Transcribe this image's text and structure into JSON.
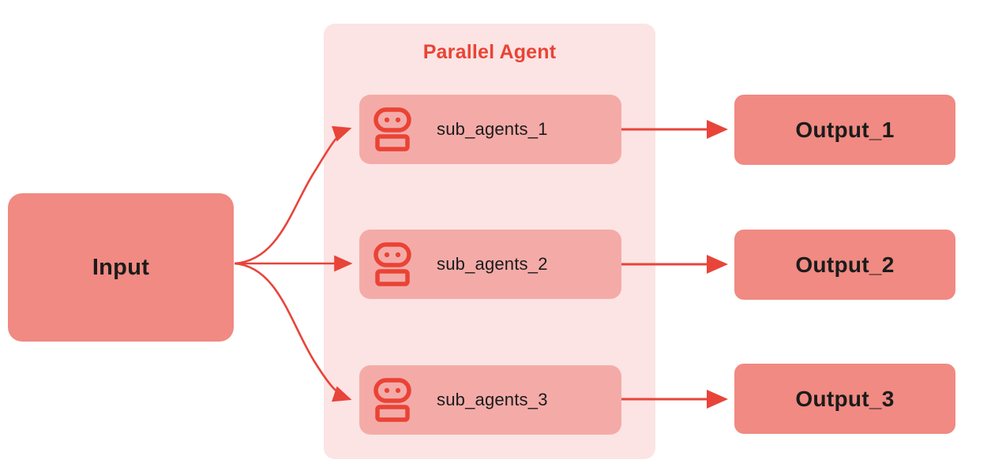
{
  "diagram": {
    "title_region": "Parallel Agent",
    "input": {
      "label": "Input"
    },
    "panel": {
      "title": "Parallel Agent"
    },
    "sub_agents": [
      {
        "label": "sub_agents_1",
        "icon": "robot-icon"
      },
      {
        "label": "sub_agents_2",
        "icon": "robot-icon"
      },
      {
        "label": "sub_agents_3",
        "icon": "robot-icon"
      }
    ],
    "outputs": [
      {
        "label": "Output_1"
      },
      {
        "label": "Output_2"
      },
      {
        "label": "Output_3"
      }
    ],
    "colors": {
      "background": "#FFFFFF",
      "panel_bg": "#FBE4E3",
      "subagent_bg": "#F4ABA8",
      "io_bg": "#F08A82",
      "accent_red": "#EA4335",
      "arrow": "#E8443A",
      "text_dark": "#1B1B1B"
    },
    "connections": [
      {
        "from": "Input",
        "to": "sub_agents_1",
        "style": "curved-arrow"
      },
      {
        "from": "Input",
        "to": "sub_agents_2",
        "style": "straight-arrow"
      },
      {
        "from": "Input",
        "to": "sub_agents_3",
        "style": "curved-arrow"
      },
      {
        "from": "sub_agents_1",
        "to": "Output_1",
        "style": "straight-arrow"
      },
      {
        "from": "sub_agents_2",
        "to": "Output_2",
        "style": "straight-arrow"
      },
      {
        "from": "sub_agents_3",
        "to": "Output_3",
        "style": "straight-arrow"
      }
    ]
  }
}
